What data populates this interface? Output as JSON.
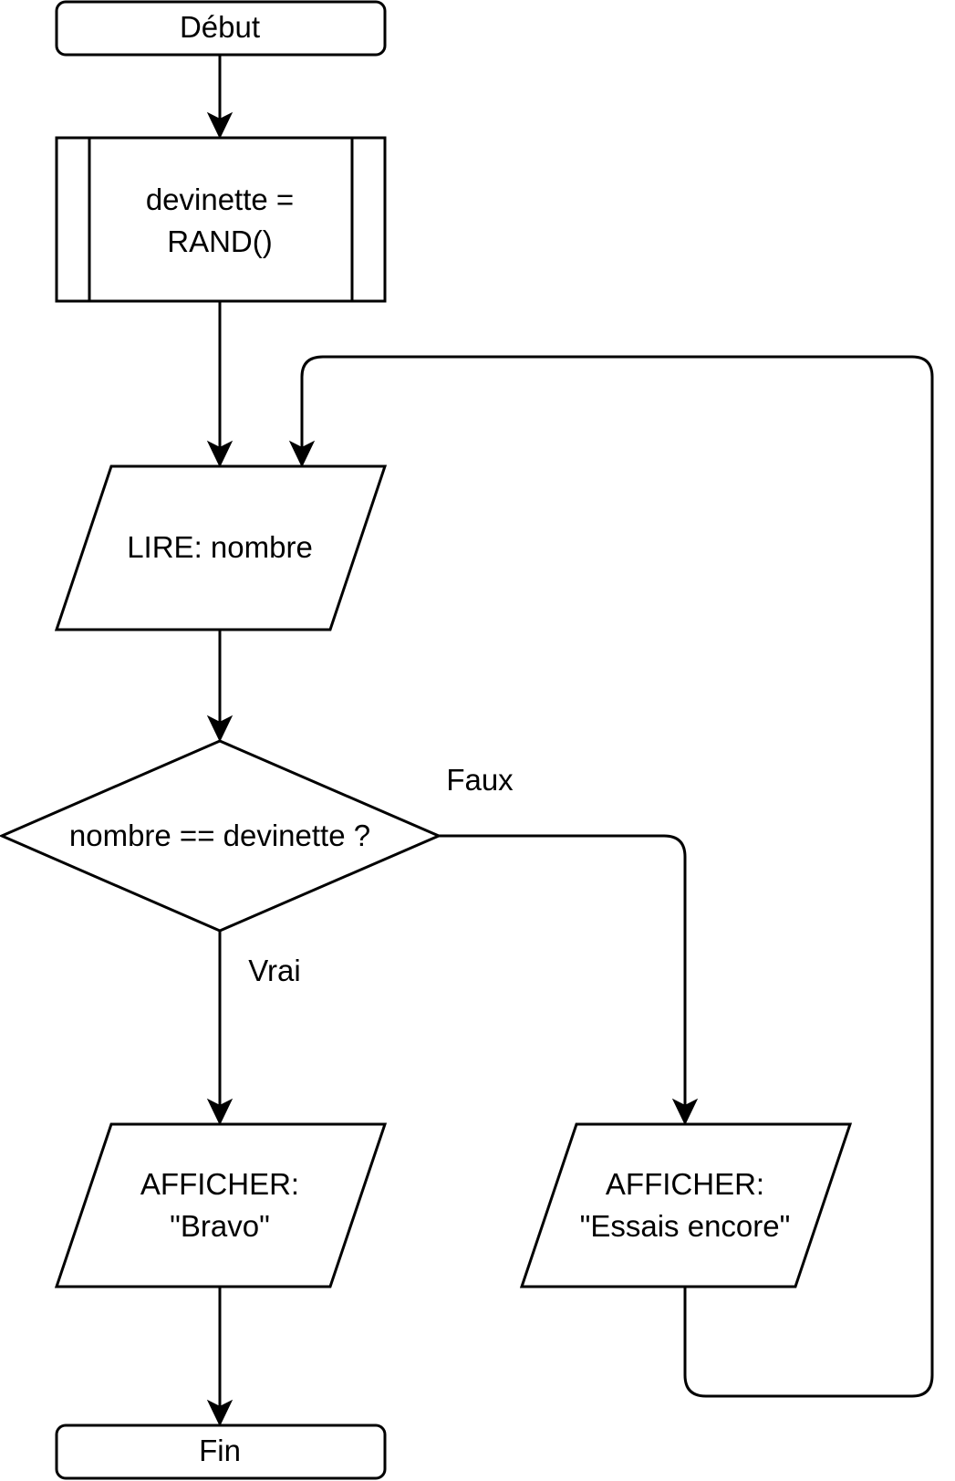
{
  "nodes": {
    "start": {
      "label": "Début",
      "shape": "rounded-rectangle"
    },
    "assign": {
      "line1": "devinette =",
      "line2": "RAND()",
      "shape": "predefined-process"
    },
    "read": {
      "label": "LIRE: nombre",
      "shape": "parallelogram"
    },
    "decision": {
      "label": "nombre == devinette ?",
      "shape": "diamond"
    },
    "bravo": {
      "line1": "AFFICHER:",
      "line2": "\"Bravo\"",
      "shape": "parallelogram"
    },
    "retry": {
      "line1": "AFFICHER:",
      "line2": "\"Essais encore\"",
      "shape": "parallelogram"
    },
    "end": {
      "label": "Fin",
      "shape": "rounded-rectangle"
    }
  },
  "edges": [
    {
      "from": "start",
      "to": "assign",
      "label": ""
    },
    {
      "from": "assign",
      "to": "read",
      "label": ""
    },
    {
      "from": "read",
      "to": "decision",
      "label": ""
    },
    {
      "from": "decision",
      "to": "bravo",
      "label": "Vrai"
    },
    {
      "from": "decision",
      "to": "retry",
      "label": "Faux"
    },
    {
      "from": "bravo",
      "to": "end",
      "label": ""
    },
    {
      "from": "retry",
      "to": "read",
      "label": ""
    }
  ],
  "labels": {
    "false_branch": "Faux",
    "true_branch": "Vrai"
  },
  "colors": {
    "stroke": "#000000",
    "fill": "#ffffff",
    "text": "#000000"
  }
}
